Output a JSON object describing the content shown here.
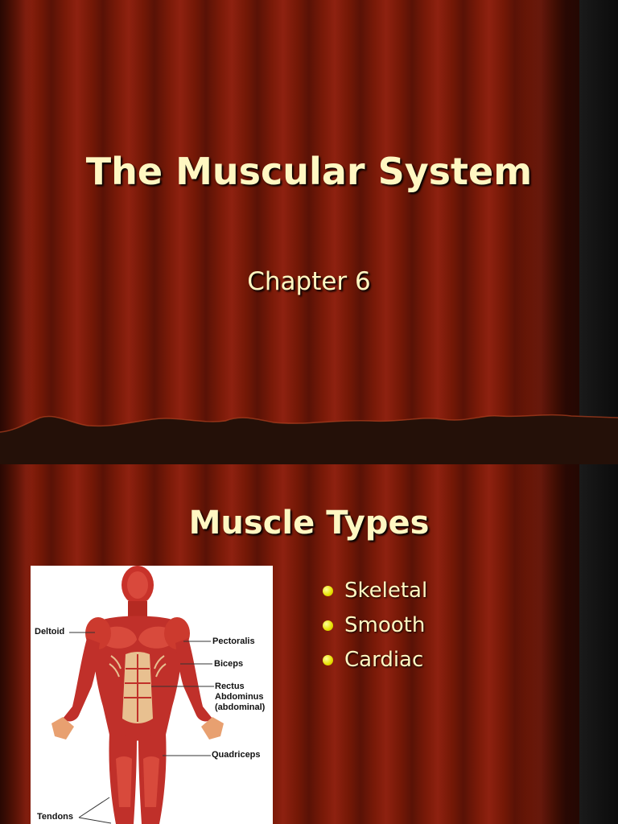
{
  "slide1": {
    "title": "The Muscular System",
    "subtitle": "Chapter 6"
  },
  "slide2": {
    "title": "Muscle Types",
    "bullets": [
      "Skeletal",
      "Smooth",
      "Cardiac"
    ],
    "figure_labels": {
      "deltoid": "Deltoid",
      "pectoralis": "Pectoralis",
      "biceps": "Biceps",
      "rectus_1": "Rectus",
      "rectus_2": "Abdominus",
      "rectus_3": "(abdominal)",
      "quadriceps": "Quadriceps",
      "tendons": "Tendons"
    }
  },
  "colors": {
    "title_text": "#fff7c2",
    "bullet_dot": "#e6e000",
    "curtain_red": "#8e2110"
  }
}
